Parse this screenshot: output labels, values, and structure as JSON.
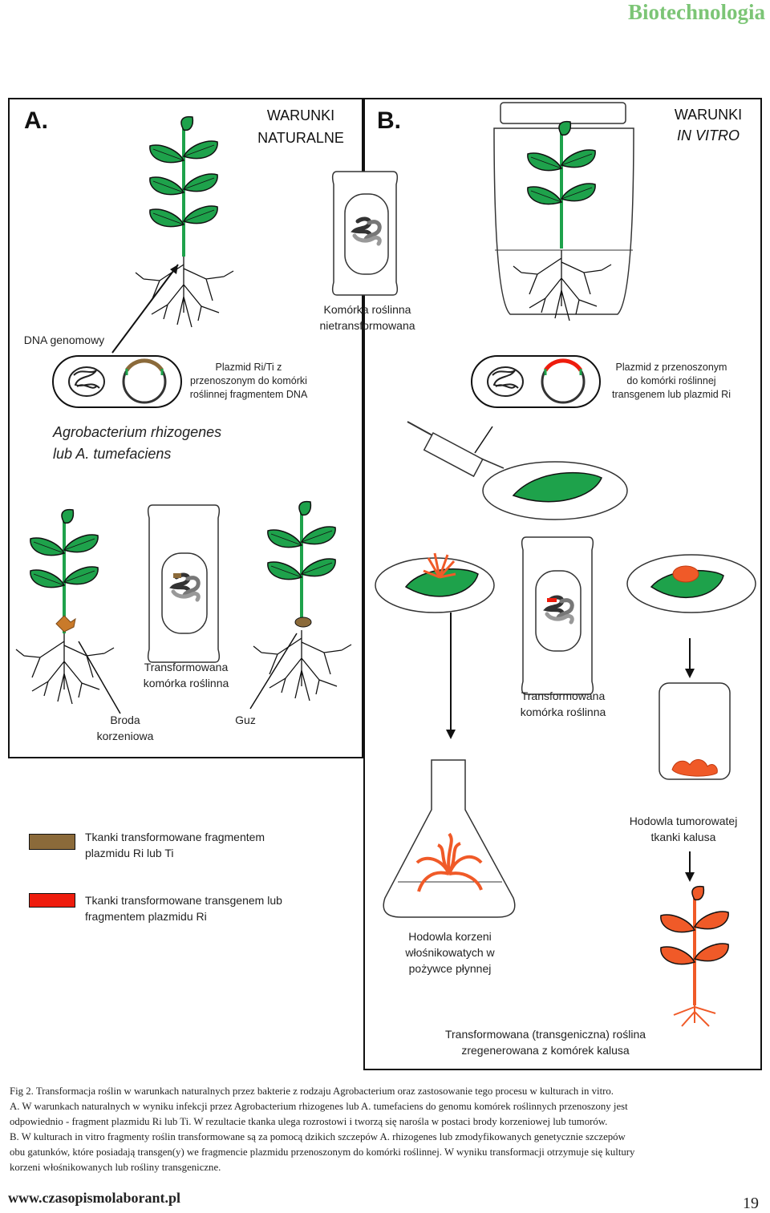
{
  "header": {
    "section": "Biotechnologia"
  },
  "panel_a": {
    "letter": "A.",
    "title_line1": "WARUNKI",
    "title_line2": "NATURALNE",
    "dna_label": "DNA genomowy",
    "cell_label_line1": "Komórka roślinna",
    "cell_label_line2": "nietransformowana",
    "plasmid_label_line1": "Plazmid Ri/Ti z",
    "plasmid_label_line2": "przenoszonym do komórki",
    "plasmid_label_line3": "roślinnej fragmentem DNA",
    "agro_line1": "Agrobacterium rhizogenes",
    "agro_line2": "lub A. tumefaciens",
    "transformed_cell_line1": "Transformowana",
    "transformed_cell_line2": "komórka roślinna",
    "hairy_root_line1": "Broda",
    "hairy_root_line2": "korzeniowa",
    "gall_label": "Guz"
  },
  "panel_b": {
    "letter": "B.",
    "title_line1": "WARUNKI",
    "title_line2": "IN VITRO",
    "plasmid_label_line1": "Plazmid z przenoszonym",
    "plasmid_label_line2": "do komórki roślinnej",
    "plasmid_label_line3": "transgenem lub plazmid Ri",
    "transformed_cell_line1": "Transformowana",
    "transformed_cell_line2": "komórka roślinna",
    "tumor_culture_line1": "Hodowla tumorowatej",
    "tumor_culture_line2": "tkanki kalusa",
    "hairy_root_culture_line1": "Hodowla korzeni",
    "hairy_root_culture_line2": "włośnikowatych w",
    "hairy_root_culture_line3": "pożywce płynnej",
    "regenerated_line1": "Transformowana (transgeniczna) roślina",
    "regenerated_line2": "zregenerowana z komórek kalusa"
  },
  "legend": {
    "brown_line1": "Tkanki transformowane fragmentem",
    "brown_line2": "plazmidu Ri lub Ti",
    "brown_color": "#8b6a3a",
    "red_line1": "Tkanki transformowane transgenem lub",
    "red_line2": "fragmentem plazmidu Ri",
    "red_color": "#ee1c0d"
  },
  "colors": {
    "leaf": "#1ea24b",
    "orange": "#f05a28",
    "header": "#7cc576"
  },
  "caption": {
    "line1": "Fig 2. Transformacja roślin w warunkach naturalnych przez bakterie z rodzaju Agrobacterium oraz zastosowanie tego procesu w kulturach in vitro.",
    "line2": "A. W warunkach naturalnych w wyniku infekcji przez Agrobacterium rhizogenes lub A. tumefaciens do genomu komórek roślinnych przenoszony jest",
    "line3": "odpowiednio - fragment plazmidu Ri lub Ti. W rezultacie tkanka ulega rozrostowi i tworzą się narośla w postaci brody korzeniowej lub tumorów.",
    "line4": "B. W kulturach in vitro fragmenty roślin transformowane są za pomocą dzikich szczepów A. rhizogenes lub zmodyfikowanych genetycznie szczepów",
    "line5": "obu gatunków, które posiadają transgen(y) we fragmencie plazmidu przenoszonym do komórki roślinnej. W wyniku transformacji otrzymuje się kultury",
    "line6": "korzeni włośnikowanych lub rośliny transgeniczne."
  },
  "footer": {
    "url": "www.czasopismolaborant.pl",
    "page": "19"
  }
}
